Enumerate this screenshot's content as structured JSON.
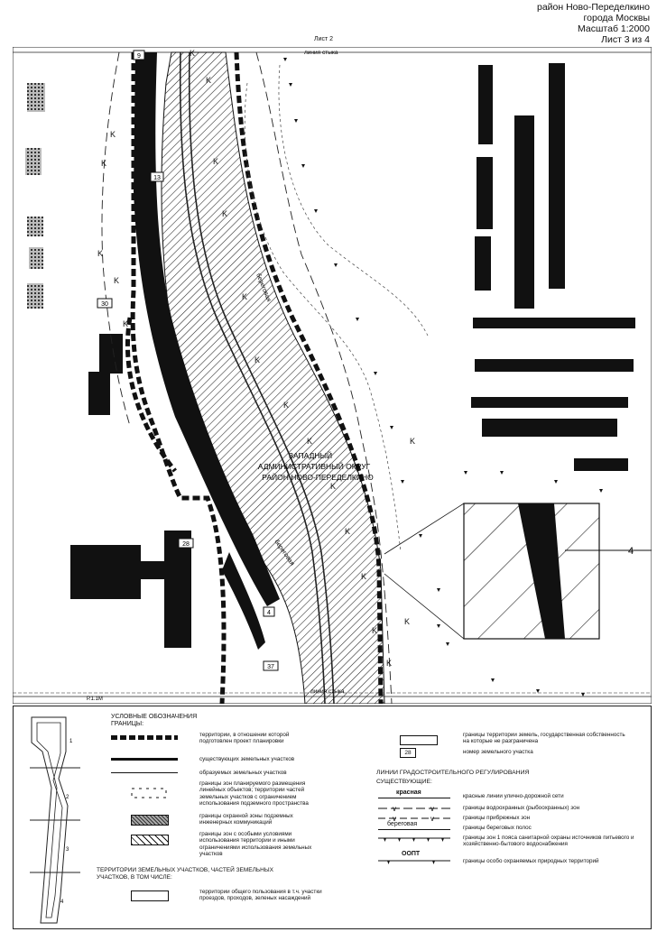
{
  "header": {
    "line1": "район Ново-Переделкино",
    "line2": "города Москвы",
    "line3": "Масштаб 1:2000",
    "line4": "Лист 3 из 4"
  },
  "map": {
    "sheet_top": "Лист 2",
    "line_label_top": "линия стыка",
    "line_label_bottom": "линия стыка",
    "district_line1": "ЗАПАДНЫЙ",
    "district_line2": "АДМИНИСТРАТИВНЫЙ ОКРУГ",
    "district_line3": "РАЙОН НОВО-ПЕРЕДЕЛКИНО",
    "water_label": "береговая",
    "water_label2": "береговая",
    "parcel_numbers": [
      "9",
      "13",
      "30",
      "28",
      "4",
      "37"
    ],
    "inset_number": "4",
    "bottom_line_label": "Р.1.1М"
  },
  "legend": {
    "title": "УСЛОВНЫЕ ОБОЗНАЧЕНИЯ",
    "subtitle": "ГРАНИЦЫ:",
    "items": [
      "территории, в отношении которой подготовлен проект планировки",
      "существующих земельных участков",
      "образуемых земельных участков",
      "границы зон планируемого размещения линейных объектов; территории частей земельных участков с ограничением использования подземного пространства",
      "границы охранной зоны подземных инженерных коммуникаций",
      "границы зон с особыми условиями использования территории и иными ограничениями использования земельных участков"
    ],
    "territories_title": "ТЕРРИТОРИИ ЗЕМЕЛЬНЫХ УЧАСТКОВ, ЧАСТЕЙ ЗЕМЕЛЬНЫХ УЧАСТКОВ, В ТОМ ЧИСЛЕ:",
    "territory_item": "территории общего пользования в т.ч. участки проездов, проходов, зеленых насаждений",
    "right_item1": "границы территории земель, государственная собственность на которые не разграничена",
    "right_item2": "номер земельного участка",
    "right_sample_number": "28",
    "reg_title": "ЛИНИИ ГРАДОСТРОИТЕЛЬНОГО РЕГУЛИРОВАНИЯ",
    "reg_subtitle": "СУЩЕСТВУЮЩИЕ:",
    "reg_items": [
      "красные линии улично-дорожной сети",
      "границы водоохранных (рыбоохранных) зон",
      "границы прибрежных зон",
      "границы береговых полос",
      "границы зон 1 пояса санитарной охраны источников питьевого и хозяйственно-бытового водоснабжения",
      "границы особо охраняемых природных территорий"
    ],
    "key_red": "красная",
    "key_shore": "береговая",
    "key_oopt": "ООПТ",
    "index_sheets": [
      "1",
      "2",
      "3",
      "4"
    ]
  }
}
